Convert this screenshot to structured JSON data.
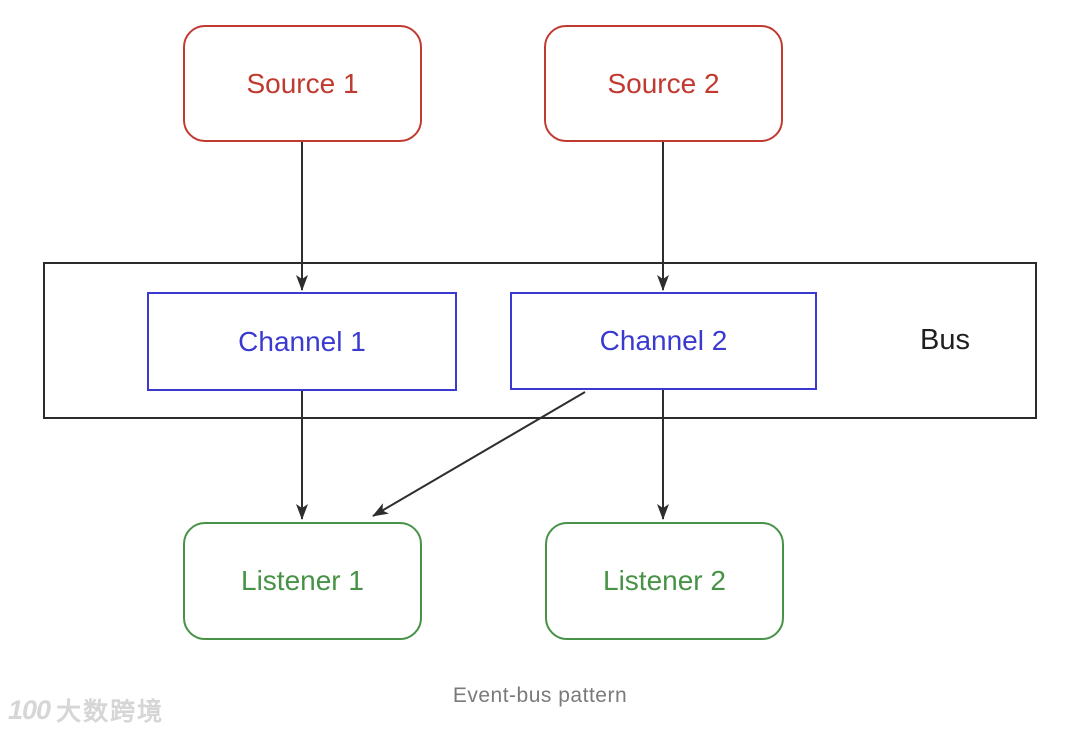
{
  "diagram": {
    "caption": "Event-bus pattern",
    "bus": {
      "label": "Bus"
    },
    "nodes": {
      "source1": {
        "label": "Source 1"
      },
      "source2": {
        "label": "Source 2"
      },
      "channel1": {
        "label": "Channel 1"
      },
      "channel2": {
        "label": "Channel 2"
      },
      "listener1": {
        "label": "Listener 1"
      },
      "listener2": {
        "label": "Listener 2"
      }
    },
    "edges": [
      {
        "from": "Source 1",
        "to": "Channel 1"
      },
      {
        "from": "Source 2",
        "to": "Channel 2"
      },
      {
        "from": "Channel 1",
        "to": "Listener 1"
      },
      {
        "from": "Channel 2",
        "to": "Listener 1"
      },
      {
        "from": "Channel 2",
        "to": "Listener 2"
      }
    ]
  },
  "watermark": {
    "logo": "100",
    "text": "大数跨境"
  },
  "colors": {
    "source_color": "#c03a30",
    "channel_color": "#3a3ad0",
    "listener_color": "#479247",
    "bus_border": "#2b2b2b",
    "arrow_color": "#2e2e2e",
    "caption_color": "#7a7a7a",
    "watermark_color": "#d6d6d6"
  }
}
